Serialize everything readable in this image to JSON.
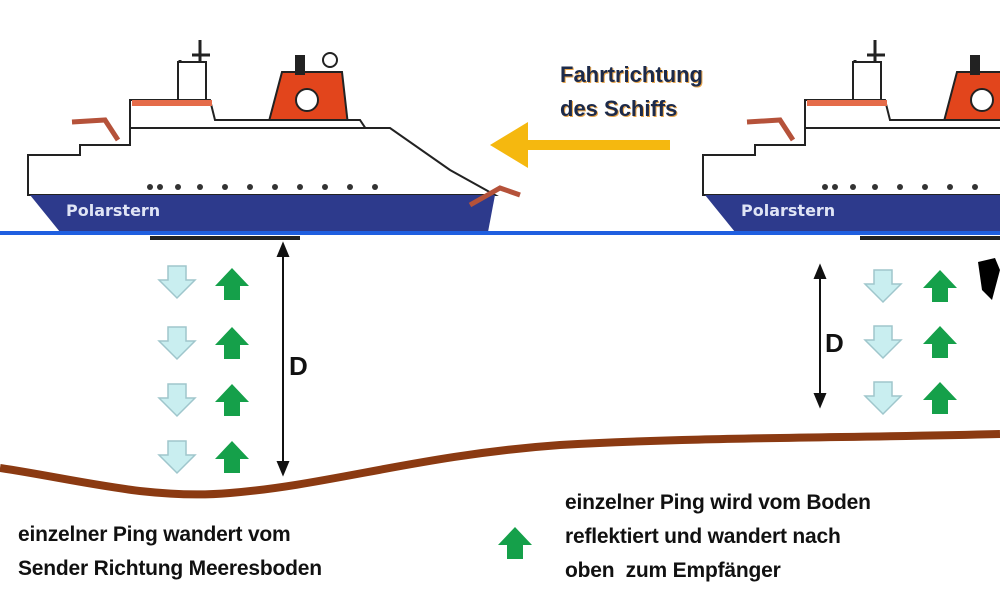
{
  "title_direction": [
    "Fahrtrichtung",
    "des Schiffs"
  ],
  "ships": [
    {
      "name": "Polarstern"
    },
    {
      "name": "Polarstern"
    }
  ],
  "depth_label": "D",
  "legend": {
    "down": [
      "einzelner Ping wandert vom",
      "Sender Richtung Meeresboden"
    ],
    "up": [
      "einzelner Ping wird vom Boden",
      "reflektiert und wandert nach",
      "oben  zum Empfänger"
    ]
  },
  "colors": {
    "water_line": "#1f5fe0",
    "hull": "#2d3a8c",
    "funnel": "#e2451c",
    "seabed": "#8b3a12",
    "ping_down": "#c9eef0",
    "ping_up": "#15a04a",
    "direction_arrow": "#f5b80f"
  }
}
